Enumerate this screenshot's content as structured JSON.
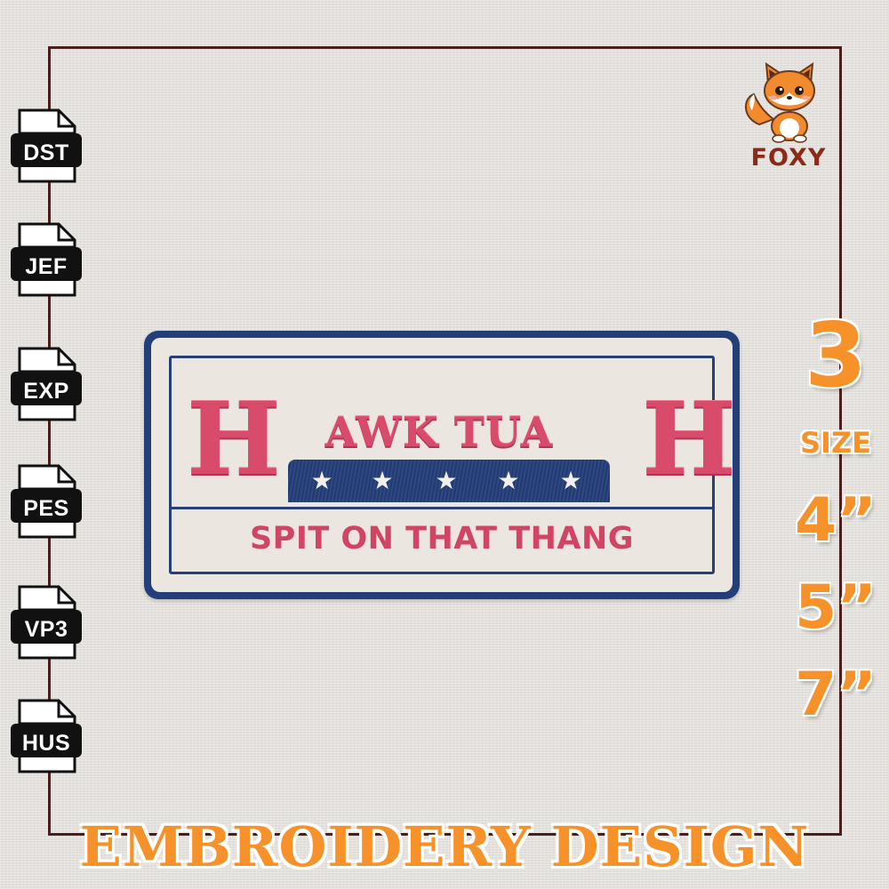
{
  "formats": [
    "DST",
    "JEF",
    "EXP",
    "PES",
    "VP3",
    "HUS"
  ],
  "logo": {
    "brand": "FOXY",
    "icon": "fox-mascot-icon"
  },
  "sizes": {
    "count": "3",
    "word": "SIZE",
    "items": [
      "4”",
      "5”",
      "7”"
    ]
  },
  "patch": {
    "title_left": "H",
    "title_middle": "AWK TUA",
    "title_right": "H",
    "tagline": "SPIT ON THAT THANG",
    "stars": [
      "★",
      "★",
      "★",
      "★",
      "★"
    ]
  },
  "footer": {
    "label": "EMBROIDERY DESIGN"
  },
  "colors": {
    "navy": "#223f79",
    "pink": "#d94b6a",
    "orange": "#f7922a",
    "frame": "#4a1f1b"
  }
}
